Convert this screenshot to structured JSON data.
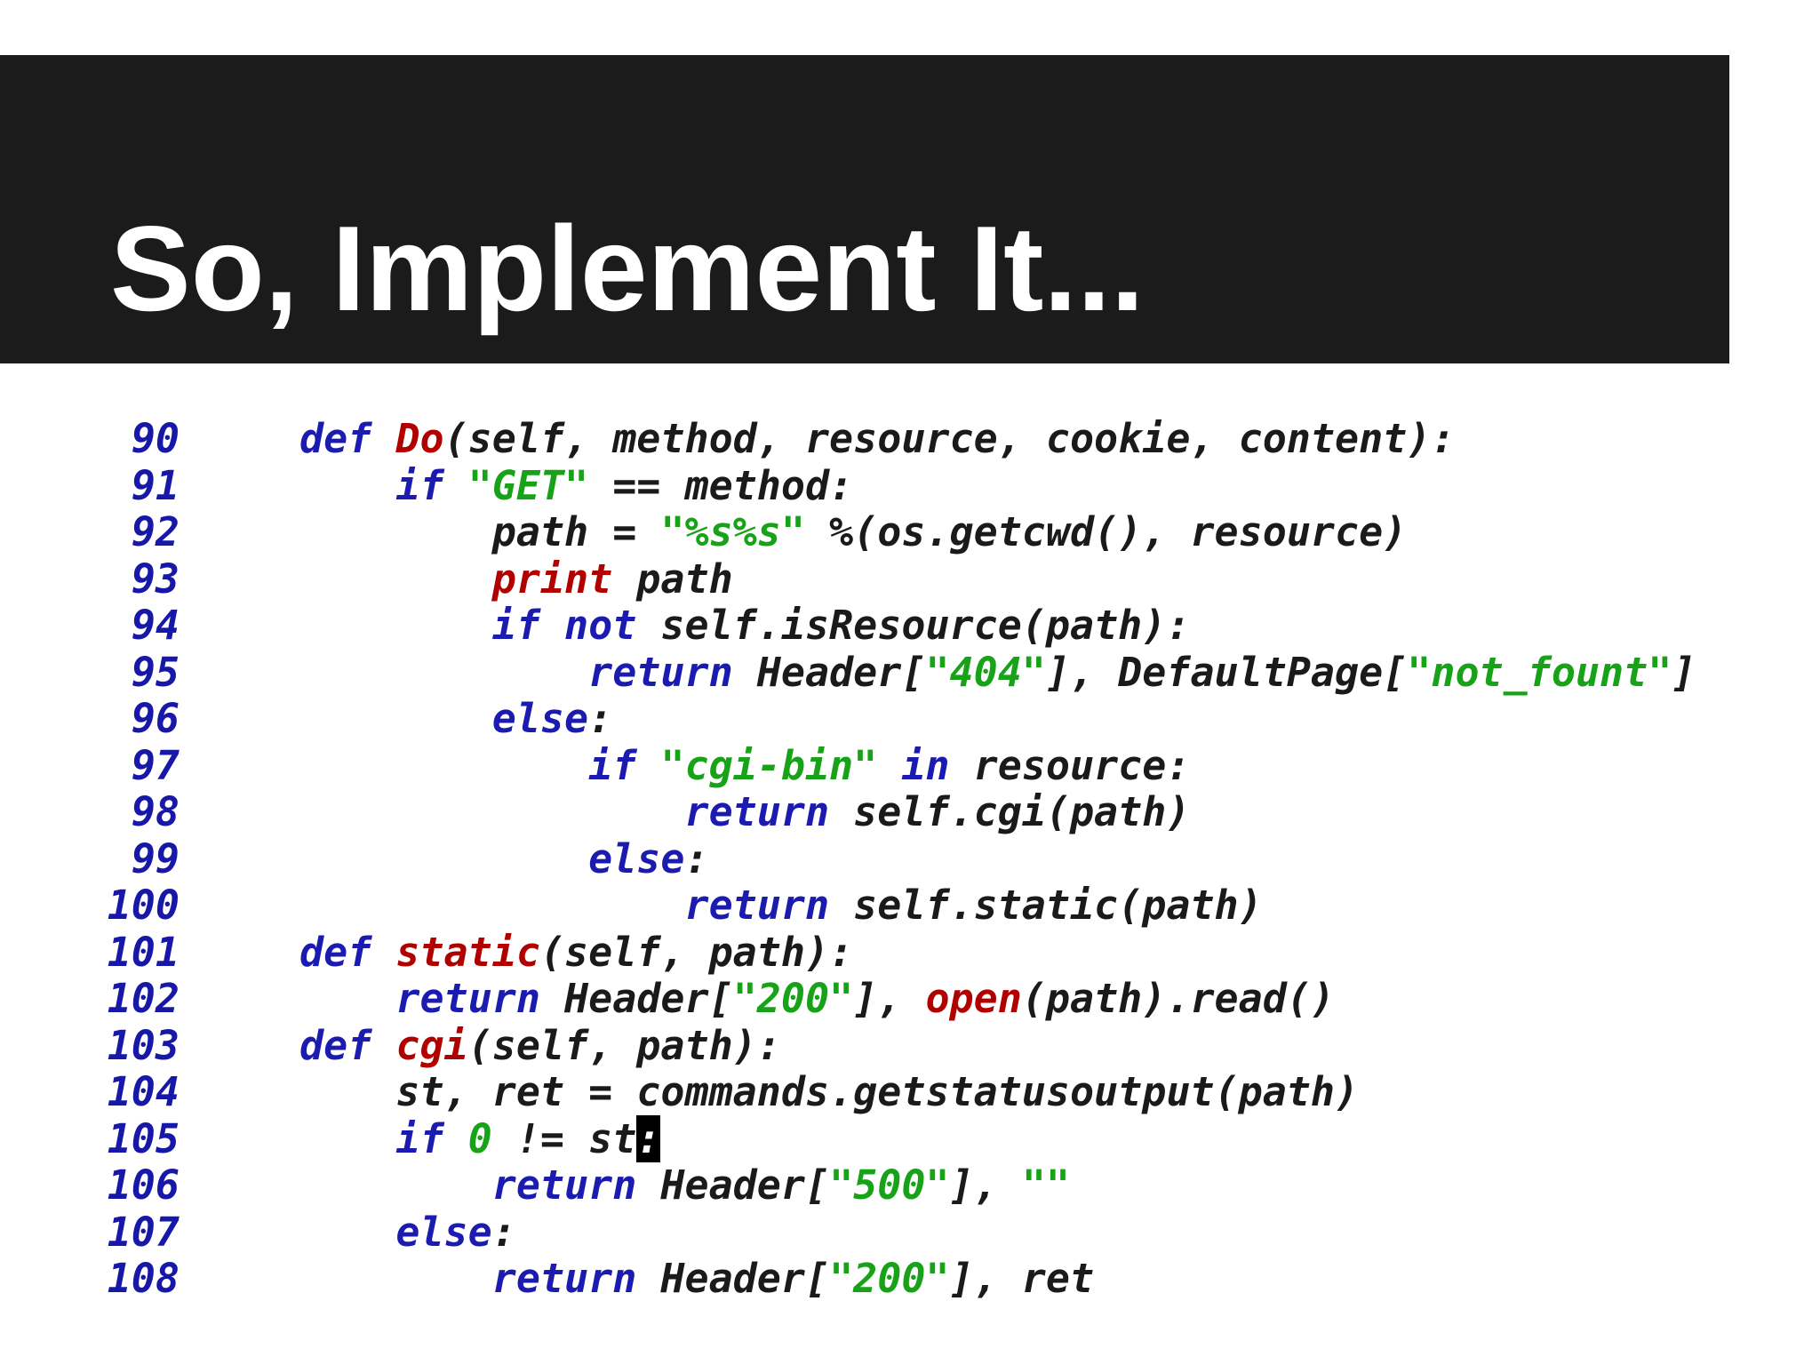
{
  "slide": {
    "title": "So, Implement It..."
  },
  "colors": {
    "title_bar": "#1b1b1b",
    "keyword": "#1b1bb0",
    "builtin_function": "#b00000",
    "string": "#17a217",
    "identifier": "#1a1a1a",
    "line_number": "#1717a8"
  },
  "code": {
    "lines": [
      {
        "num": "90",
        "indent": "",
        "tokens": [
          [
            "kw",
            "def"
          ],
          [
            "id",
            " "
          ],
          [
            "fn",
            "Do"
          ],
          [
            "id",
            "(self, method, resource, cookie, content):"
          ]
        ]
      },
      {
        "num": "91",
        "indent": "    ",
        "tokens": [
          [
            "kw",
            "if"
          ],
          [
            "id",
            " "
          ],
          [
            "str",
            "\"GET\""
          ],
          [
            "id",
            " == method:"
          ]
        ]
      },
      {
        "num": "92",
        "indent": "        ",
        "tokens": [
          [
            "id",
            "path = "
          ],
          [
            "str",
            "\"%s%s\""
          ],
          [
            "id",
            " %(os.getcwd(), resource)"
          ]
        ]
      },
      {
        "num": "93",
        "indent": "        ",
        "tokens": [
          [
            "fn",
            "print"
          ],
          [
            "id",
            " path"
          ]
        ]
      },
      {
        "num": "94",
        "indent": "        ",
        "tokens": [
          [
            "kw",
            "if not"
          ],
          [
            "id",
            " self.isResource(path):"
          ]
        ]
      },
      {
        "num": "95",
        "indent": "            ",
        "tokens": [
          [
            "kw",
            "return"
          ],
          [
            "id",
            " Header["
          ],
          [
            "str",
            "\"404\""
          ],
          [
            "id",
            "], DefaultPage["
          ],
          [
            "str",
            "\"not_fount\""
          ],
          [
            "id",
            "]"
          ]
        ]
      },
      {
        "num": "96",
        "indent": "        ",
        "tokens": [
          [
            "kw",
            "else"
          ],
          [
            "id",
            ":"
          ]
        ]
      },
      {
        "num": "97",
        "indent": "            ",
        "tokens": [
          [
            "kw",
            "if"
          ],
          [
            "id",
            " "
          ],
          [
            "str",
            "\"cgi-bin\""
          ],
          [
            "id",
            " "
          ],
          [
            "kw",
            "in"
          ],
          [
            "id",
            " resource:"
          ]
        ]
      },
      {
        "num": "98",
        "indent": "                ",
        "tokens": [
          [
            "kw",
            "return"
          ],
          [
            "id",
            " self.cgi(path)"
          ]
        ]
      },
      {
        "num": "99",
        "indent": "            ",
        "tokens": [
          [
            "kw",
            "else"
          ],
          [
            "id",
            ":"
          ]
        ]
      },
      {
        "num": "100",
        "indent": "                ",
        "tokens": [
          [
            "kw",
            "return"
          ],
          [
            "id",
            " self.static(path)"
          ]
        ]
      },
      {
        "num": "101",
        "indent": "",
        "tokens": [
          [
            "kw",
            "def"
          ],
          [
            "id",
            " "
          ],
          [
            "fn",
            "static"
          ],
          [
            "id",
            "(self, path):"
          ]
        ]
      },
      {
        "num": "102",
        "indent": "    ",
        "tokens": [
          [
            "kw",
            "return"
          ],
          [
            "id",
            " Header["
          ],
          [
            "str",
            "\"200\""
          ],
          [
            "id",
            "], "
          ],
          [
            "fn",
            "open"
          ],
          [
            "id",
            "(path).read()"
          ]
        ]
      },
      {
        "num": "103",
        "indent": "",
        "tokens": [
          [
            "kw",
            "def"
          ],
          [
            "id",
            " "
          ],
          [
            "fn",
            "cgi"
          ],
          [
            "id",
            "(self, path):"
          ]
        ]
      },
      {
        "num": "104",
        "indent": "    ",
        "tokens": [
          [
            "id",
            "st, ret = commands.getstatusoutput(path)"
          ]
        ]
      },
      {
        "num": "105",
        "indent": "    ",
        "tokens": [
          [
            "kw",
            "if"
          ],
          [
            "id",
            " "
          ],
          [
            "str",
            "0"
          ],
          [
            "id",
            " != st"
          ],
          [
            "cur",
            ":"
          ]
        ]
      },
      {
        "num": "106",
        "indent": "        ",
        "tokens": [
          [
            "kw",
            "return"
          ],
          [
            "id",
            " Header["
          ],
          [
            "str",
            "\"500\""
          ],
          [
            "id",
            "], "
          ],
          [
            "str",
            "\"\""
          ]
        ]
      },
      {
        "num": "107",
        "indent": "    ",
        "tokens": [
          [
            "kw",
            "else"
          ],
          [
            "id",
            ":"
          ]
        ]
      },
      {
        "num": "108",
        "indent": "        ",
        "tokens": [
          [
            "kw",
            "return"
          ],
          [
            "id",
            " Header["
          ],
          [
            "str",
            "\"200\""
          ],
          [
            "id",
            "], ret"
          ]
        ]
      }
    ]
  }
}
